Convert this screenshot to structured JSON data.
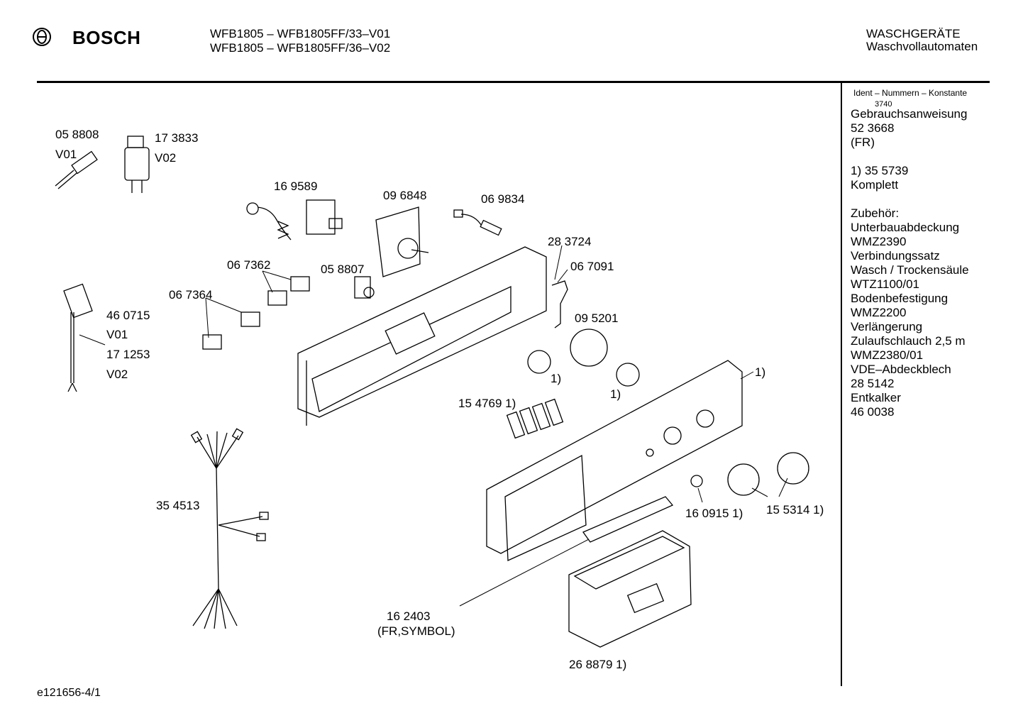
{
  "header": {
    "brand": "BOSCH",
    "model_line_1": "WFB1805 – WFB1805FF/33–V01",
    "model_line_2": "WFB1805 – WFB1805FF/36–V02",
    "category_line_1": "WASCHGERÄTE",
    "category_line_2": "Waschvollautomaten"
  },
  "sidebar": {
    "ident_header": "Ident – Nummern – Konstante",
    "ident_code": "3740",
    "lines": [
      "Gebrauchsanweisung",
      "52 3668",
      "(FR)",
      "",
      "1)  35 5739",
      "     Komplett",
      "",
      "Zubehör:",
      "Unterbauabdeckung",
      "WMZ2390",
      "Verbindungssatz",
      "Wasch / Trockensäule",
      "WTZ1100/01",
      "Bodenbefestigung",
      "WMZ2200",
      "Verlängerung",
      "Zulaufschlauch 2,5 m",
      "WMZ2380/01",
      "VDE–Abdeckblech",
      "28 5142",
      "Entkalker",
      "46 0038"
    ]
  },
  "parts": {
    "p058808": "05 8808",
    "p058808_v": "V01",
    "p173833": "17 3833",
    "p173833_v": "V02",
    "p169589": "16 9589",
    "p096848": "09 6848",
    "p069834": "06 9834",
    "p283724": "28 3724",
    "p067091": "06 7091",
    "p067362": "06 7362",
    "p058807": "05 8807",
    "p067364": "06 7364",
    "p460715": "46 0715",
    "p460715_v": "V01",
    "p171253": "17 1253",
    "p171253_v": "V02",
    "p095201": "09 5201",
    "note1_a": "1)",
    "note1_b": "1)",
    "note1_c": "1)",
    "p154769": "15 4769 1)",
    "p354513": "35 4513",
    "p160915": "16 0915 1)",
    "p155314": "15 5314 1)",
    "p162403": "16 2403",
    "p162403_note": "(FR,SYMBOL)",
    "p268879": "26 8879 1)"
  },
  "footer": {
    "drawing_id": "e121656-4/1"
  }
}
